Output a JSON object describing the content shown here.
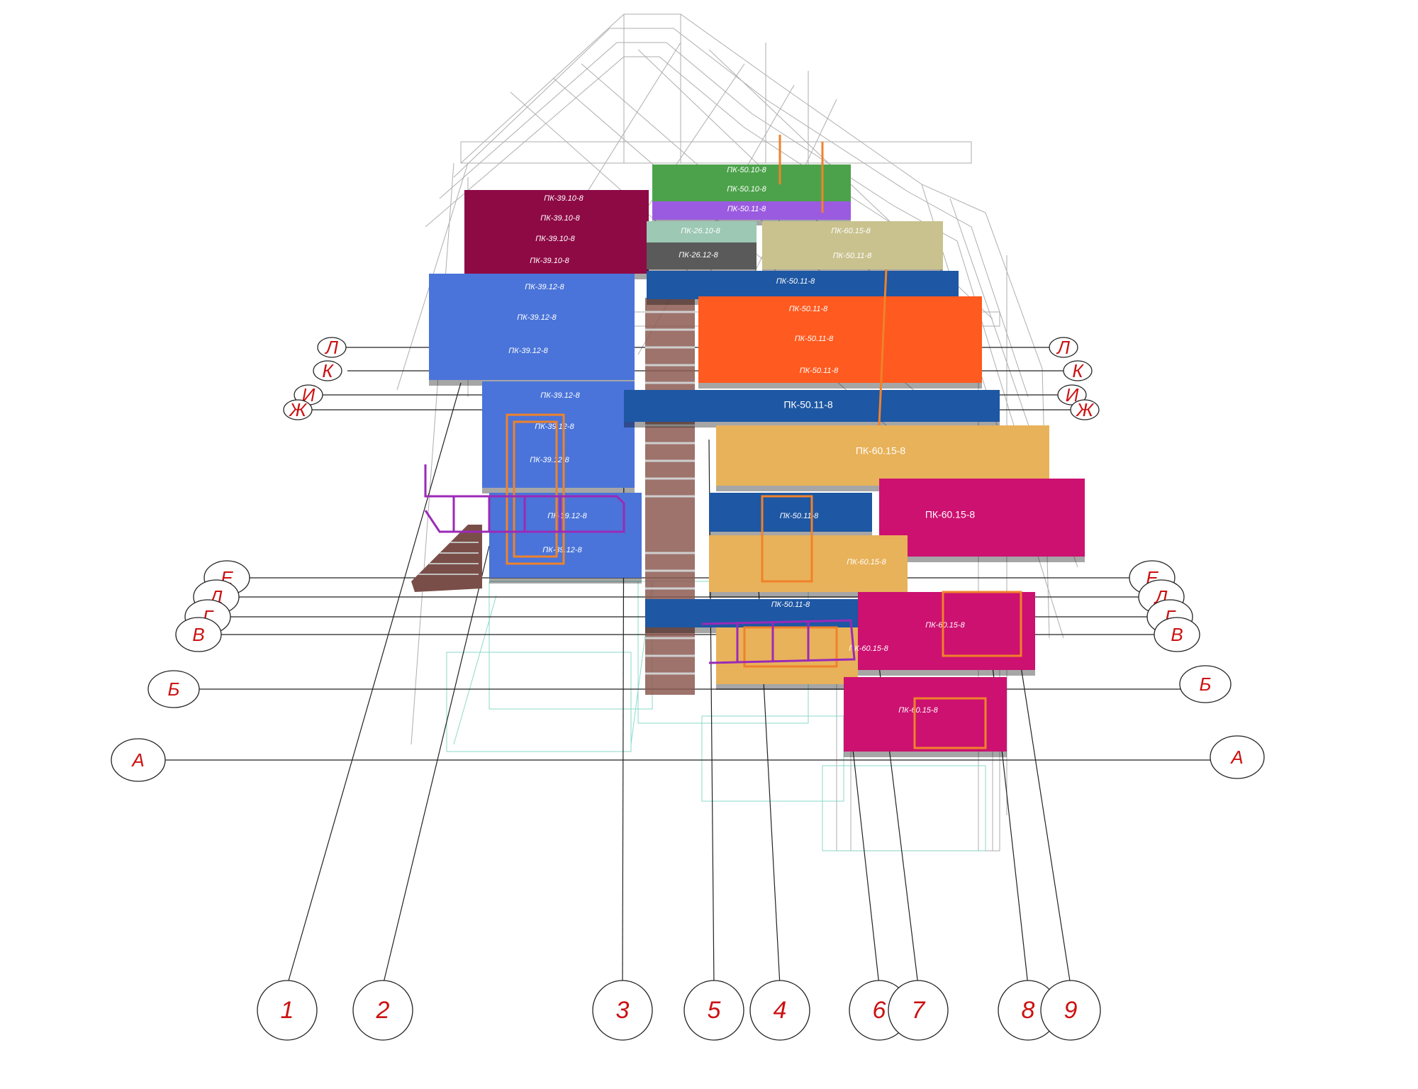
{
  "colors": {
    "maroon": "#8e0a45",
    "blue": "#4a74d9",
    "navy": "#1e57a3",
    "orange_red": "#ff5a1f",
    "tan": "#e8b25a",
    "magenta": "#cc1170",
    "green": "#4ca24a",
    "purple": "#9a5be0",
    "mint": "#9cc8b4",
    "gray": "#5a5a5a",
    "khaki": "#c9c28e",
    "axis_red": "#cc1111"
  },
  "row_axes": {
    "left": [
      "Л",
      "К",
      "И",
      "Ж",
      "Е",
      "Д",
      "Г",
      "В",
      "Б",
      "А"
    ],
    "right": [
      "Л",
      "К",
      "И",
      "Ж",
      "Е",
      "Д",
      "Г",
      "В",
      "Б",
      "А"
    ]
  },
  "column_axes": [
    "1",
    "2",
    "3",
    "5",
    "4",
    "6",
    "7",
    "8",
    "9"
  ],
  "slabs": {
    "maroon_1": "ПК-39.10-8",
    "maroon_2": "ПК-39.10-8",
    "maroon_3": "ПК-39.10-8",
    "maroon_4": "ПК-39.10-8",
    "blue_top_1": "ПК-39.12-8",
    "blue_top_2": "ПК-39.12-8",
    "blue_top_3": "ПК-39.12-8",
    "blue_mid_1": "ПК-39.12-8",
    "blue_mid_2": "ПК-39.12-8",
    "blue_mid_3": "ПК-39.12-8",
    "blue_low_1": "ПК-39.12-8",
    "blue_low_2": "ПК-39.12-8",
    "green_1": "ПК-50.10-8",
    "green_2": "ПК-50.10-8",
    "purple_1": "ПК-50.11-8",
    "mint_1": "ПК-26.10-8",
    "gray_1": "ПК-26.12-8",
    "khaki_1": "ПК-60.15-8",
    "khaki_2": "ПК-50.11-8",
    "navy_1": "ПК-50.11-8",
    "orange_1": "ПК-50.11-8",
    "orange_2": "ПК-50.11-8",
    "orange_3": "ПК-50.11-8",
    "navy_2": "ПК-50.11-8",
    "tan_1": "ПК-60.15-8",
    "magenta_1": "ПК-60.15-8",
    "navy_3": "ПК-50.11-8",
    "tan_2": "ПК-60.15-8",
    "navy_4": "ПК-50.11-8",
    "magenta_2": "ПК-60.15-8",
    "tan_3": "ПК-60.15-8",
    "magenta_3": "ПК-60.15-8"
  }
}
